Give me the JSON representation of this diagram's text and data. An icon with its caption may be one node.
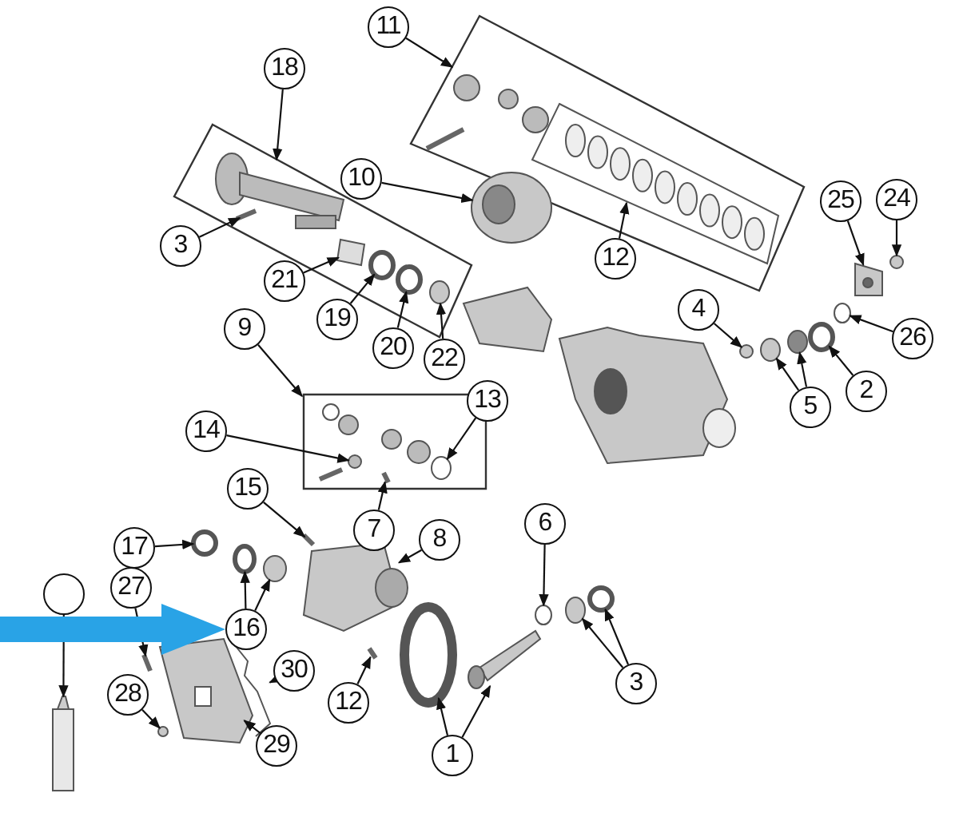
{
  "diagram": {
    "nodes": [
      {
        "text": [
          "11"
        ]
      },
      {
        "text": [],
        "shape": "box"
      },
      {
        "text": [
          "18"
        ]
      },
      {
        "text": [],
        "shape": "box"
      },
      {
        "text": [
          "10"
        ]
      },
      {
        "text": [
          "3"
        ]
      },
      {
        "text": [
          "21"
        ]
      },
      {
        "text": [
          "19"
        ]
      },
      {
        "text": [
          "20"
        ]
      },
      {
        "text": [
          "22"
        ]
      },
      {
        "text": [
          "12"
        ]
      },
      {
        "text": [
          "25"
        ]
      },
      {
        "text": [
          "24"
        ]
      },
      {
        "text": [
          "4"
        ]
      },
      {
        "text": [
          "26"
        ]
      },
      {
        "text": [
          "2"
        ]
      },
      {
        "text": [
          "5"
        ]
      },
      {
        "text": [
          "9"
        ]
      },
      {
        "text": [],
        "shape": "box"
      },
      {
        "text": [
          "13"
        ]
      },
      {
        "text": [
          "14"
        ]
      },
      {
        "text": [
          "15"
        ]
      },
      {
        "text": [
          "7"
        ]
      },
      {
        "text": [
          "8"
        ]
      },
      {
        "text": [
          "17"
        ]
      },
      {
        "text": [
          "27"
        ]
      },
      {
        "text": [
          "16"
        ]
      },
      {
        "text": [],
        "shape": "circle"
      },
      {
        "text": [
          "30"
        ]
      },
      {
        "text": [
          "12"
        ]
      },
      {
        "text": [
          "28"
        ]
      },
      {
        "text": [
          "29"
        ]
      },
      {
        "text": [
          "1"
        ]
      },
      {
        "text": [
          "6"
        ]
      },
      {
        "text": [
          "3"
        ]
      },
      {
        "text": [],
        "shape": "bar",
        "in": 3
      },
      {
        "text": [],
        "shape": "box",
        "in": 3
      },
      {
        "text": [],
        "shape": "circle",
        "in": 3
      },
      {
        "text": [],
        "shape": "circle",
        "in": 3
      },
      {
        "text": [],
        "shape": "circle",
        "in": 3
      },
      {
        "text": [],
        "shape": "box",
        "in": 1
      },
      {
        "text": [],
        "shape": "picture"
      },
      {
        "text": [],
        "shape": "picture"
      },
      {
        "text": [],
        "shape": "circle"
      },
      {
        "text": [],
        "shape": "circle"
      },
      {
        "text": [],
        "shape": "circle"
      },
      {
        "text": [],
        "shape": "circle"
      },
      {
        "text": [],
        "shape": "circle"
      },
      {
        "text": [],
        "shape": "circle"
      },
      {
        "text": [],
        "shape": "circle",
        "in": 18
      },
      {
        "text": [],
        "shape": "circle",
        "in": 18
      },
      {
        "text": [],
        "shape": "bar"
      },
      {
        "text": [],
        "shape": "bar",
        "in": 18
      },
      {
        "text": [],
        "shape": "picture"
      },
      {
        "text": [],
        "shape": "circle"
      },
      {
        "text": [],
        "shape": "bar"
      },
      {
        "text": [],
        "shape": "circle"
      },
      {
        "text": [],
        "shape": "circle"
      },
      {
        "text": [],
        "shape": "box"
      },
      {
        "text": [],
        "shape": "picture"
      },
      {
        "text": [],
        "shape": "bar"
      },
      {
        "text": [],
        "shape": "circle"
      },
      {
        "text": [],
        "shape": "picture"
      },
      {
        "text": [],
        "shape": "circle"
      },
      {
        "text": [],
        "shape": "picture"
      },
      {
        "text": [],
        "shape": "circle"
      },
      {
        "text": [],
        "shape": "circle"
      },
      {
        "text": [],
        "shape": "circle"
      }
    ],
    "edges": [
      {
        "from": 0,
        "to": 1,
        "arrow": "to"
      },
      {
        "from": 2,
        "to": 3,
        "arrow": "to"
      },
      {
        "from": 4,
        "to": 41,
        "arrow": "to"
      },
      {
        "from": 5,
        "to": 35,
        "arrow": "to"
      },
      {
        "from": 6,
        "to": 36,
        "arrow": "to"
      },
      {
        "from": 7,
        "to": 37,
        "arrow": "to"
      },
      {
        "from": 8,
        "to": 38,
        "arrow": "to"
      },
      {
        "from": 9,
        "to": 39,
        "arrow": "to"
      },
      {
        "from": 10,
        "to": 40,
        "arrow": "to"
      },
      {
        "from": 11,
        "to": 42,
        "arrow": "to"
      },
      {
        "from": 12,
        "to": 43,
        "arrow": "to"
      },
      {
        "from": 13,
        "to": 44,
        "arrow": "to"
      },
      {
        "from": 14,
        "to": 45,
        "arrow": "to"
      },
      {
        "from": 15,
        "to": 46,
        "arrow": "to"
      },
      {
        "from": 16,
        "to": 47,
        "arrow": "to"
      },
      {
        "from": 16,
        "to": 48,
        "arrow": "to"
      },
      {
        "from": 17,
        "to": 18,
        "arrow": "to"
      },
      {
        "from": 19,
        "to": 49,
        "arrow": "to"
      },
      {
        "from": 20,
        "to": 50,
        "arrow": "to"
      },
      {
        "from": 21,
        "to": 51,
        "arrow": "to"
      },
      {
        "from": 22,
        "to": 52,
        "arrow": "to"
      },
      {
        "from": 23,
        "to": 53,
        "arrow": "to"
      },
      {
        "from": 24,
        "to": 54,
        "arrow": "to"
      },
      {
        "from": 25,
        "to": 55,
        "arrow": "to"
      },
      {
        "from": 26,
        "to": 56,
        "arrow": "to"
      },
      {
        "from": 26,
        "to": 57,
        "arrow": "to"
      },
      {
        "from": 27,
        "to": 58,
        "arrow": "to"
      },
      {
        "from": 28,
        "to": 59,
        "arrow": "to"
      },
      {
        "from": 29,
        "to": 60,
        "arrow": "to"
      },
      {
        "from": 30,
        "to": 61,
        "arrow": "to"
      },
      {
        "from": 31,
        "to": 62,
        "arrow": "to"
      },
      {
        "from": 32,
        "to": 63,
        "arrow": "to"
      },
      {
        "from": 32,
        "to": 64,
        "arrow": "to"
      },
      {
        "from": 33,
        "to": 65,
        "arrow": "to"
      },
      {
        "from": 34,
        "to": 66,
        "arrow": "to"
      },
      {
        "from": 34,
        "to": 67,
        "arrow": "to"
      },
      {
        "from": null,
        "to": 26,
        "arrow": "to",
        "style": "thick",
        "color": "#29a3e6"
      }
    ]
  }
}
